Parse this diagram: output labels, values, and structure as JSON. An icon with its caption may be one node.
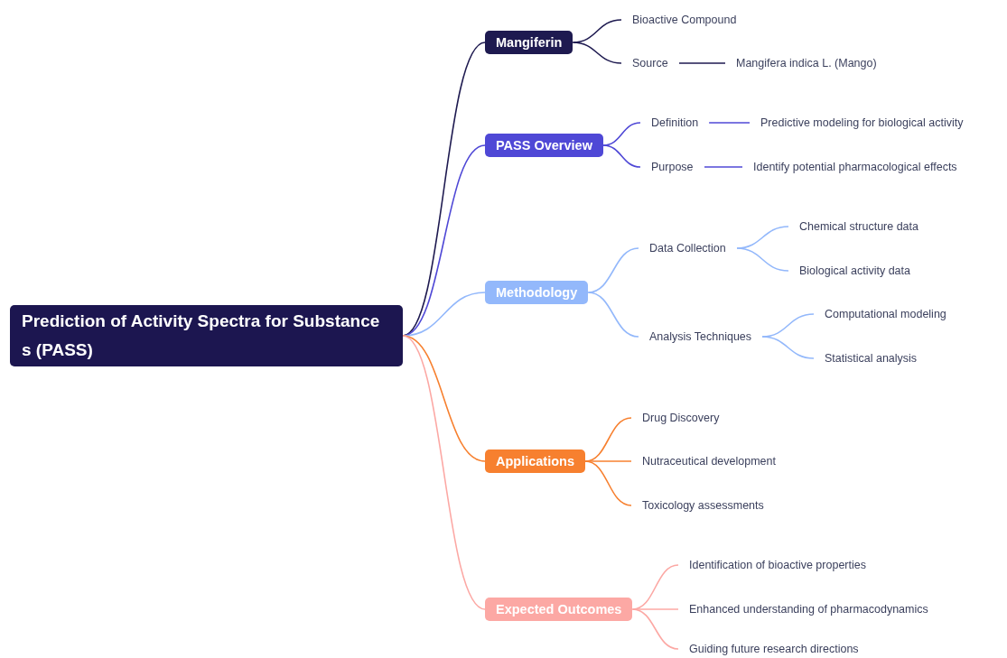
{
  "diagram": {
    "nodes": [
      {
        "text": [
          "Prediction of Activity Spectra for Substance s (PASS)"
        ]
      },
      {
        "text": [
          "Mangiferin"
        ]
      },
      {
        "text": [
          "Bioactive Compound"
        ]
      },
      {
        "text": [
          "Source"
        ]
      },
      {
        "text": [
          "Mangifera indica L. (Mango)"
        ]
      },
      {
        "text": [
          "PASS Overview"
        ]
      },
      {
        "text": [
          "Definition"
        ]
      },
      {
        "text": [
          "Predictive modeling for biological activity"
        ]
      },
      {
        "text": [
          "Purpose"
        ]
      },
      {
        "text": [
          "Identify potential pharmacological effects"
        ]
      },
      {
        "text": [
          "Methodology"
        ]
      },
      {
        "text": [
          "Data Collection"
        ]
      },
      {
        "text": [
          "Chemical structure data"
        ]
      },
      {
        "text": [
          "Biological activity data"
        ]
      },
      {
        "text": [
          "Analysis Techniques"
        ]
      },
      {
        "text": [
          "Computational modeling"
        ]
      },
      {
        "text": [
          "Statistical analysis"
        ]
      },
      {
        "text": [
          "Applications"
        ]
      },
      {
        "text": [
          "Drug Discovery"
        ]
      },
      {
        "text": [
          "Nutraceutical development"
        ]
      },
      {
        "text": [
          "Toxicology assessments"
        ]
      },
      {
        "text": [
          "Expected Outcomes"
        ]
      },
      {
        "text": [
          "Identification of bioactive properties"
        ]
      },
      {
        "text": [
          "Enhanced understanding of pharmacodynamics"
        ]
      },
      {
        "text": [
          "Guiding future research directions"
        ]
      }
    ],
    "edges": [
      {
        "from": 0,
        "to": 1,
        "arrow": "none",
        "color": "#1e1a50"
      },
      {
        "from": 1,
        "to": 2,
        "arrow": "none",
        "color": "#1e1a50"
      },
      {
        "from": 1,
        "to": 3,
        "arrow": "none",
        "color": "#1e1a50"
      },
      {
        "from": 3,
        "to": 4,
        "arrow": "none",
        "color": "#1e1a50"
      },
      {
        "from": 0,
        "to": 5,
        "arrow": "none",
        "color": "#4f48d6"
      },
      {
        "from": 5,
        "to": 6,
        "arrow": "none",
        "color": "#4f48d6"
      },
      {
        "from": 6,
        "to": 7,
        "arrow": "none",
        "color": "#4f48d6"
      },
      {
        "from": 5,
        "to": 8,
        "arrow": "none",
        "color": "#4f48d6"
      },
      {
        "from": 8,
        "to": 9,
        "arrow": "none",
        "color": "#4f48d6"
      },
      {
        "from": 0,
        "to": 10,
        "arrow": "none",
        "color": "#93b8fb"
      },
      {
        "from": 10,
        "to": 11,
        "arrow": "none",
        "color": "#93b8fb"
      },
      {
        "from": 11,
        "to": 12,
        "arrow": "none",
        "color": "#93b8fb"
      },
      {
        "from": 11,
        "to": 13,
        "arrow": "none",
        "color": "#93b8fb"
      },
      {
        "from": 10,
        "to": 14,
        "arrow": "none",
        "color": "#93b8fb"
      },
      {
        "from": 14,
        "to": 15,
        "arrow": "none",
        "color": "#93b8fb"
      },
      {
        "from": 14,
        "to": 16,
        "arrow": "none",
        "color": "#93b8fb"
      },
      {
        "from": 0,
        "to": 17,
        "arrow": "none",
        "color": "#f7802f"
      },
      {
        "from": 17,
        "to": 18,
        "arrow": "none",
        "color": "#f7802f"
      },
      {
        "from": 17,
        "to": 19,
        "arrow": "none",
        "color": "#f7802f"
      },
      {
        "from": 17,
        "to": 20,
        "arrow": "none",
        "color": "#f7802f"
      },
      {
        "from": 0,
        "to": 21,
        "arrow": "none",
        "color": "#fca8a4"
      },
      {
        "from": 21,
        "to": 22,
        "arrow": "none",
        "color": "#fca8a4"
      },
      {
        "from": 21,
        "to": 23,
        "arrow": "none",
        "color": "#fca8a4"
      },
      {
        "from": 21,
        "to": 24,
        "arrow": "none",
        "color": "#fca8a4"
      }
    ]
  }
}
